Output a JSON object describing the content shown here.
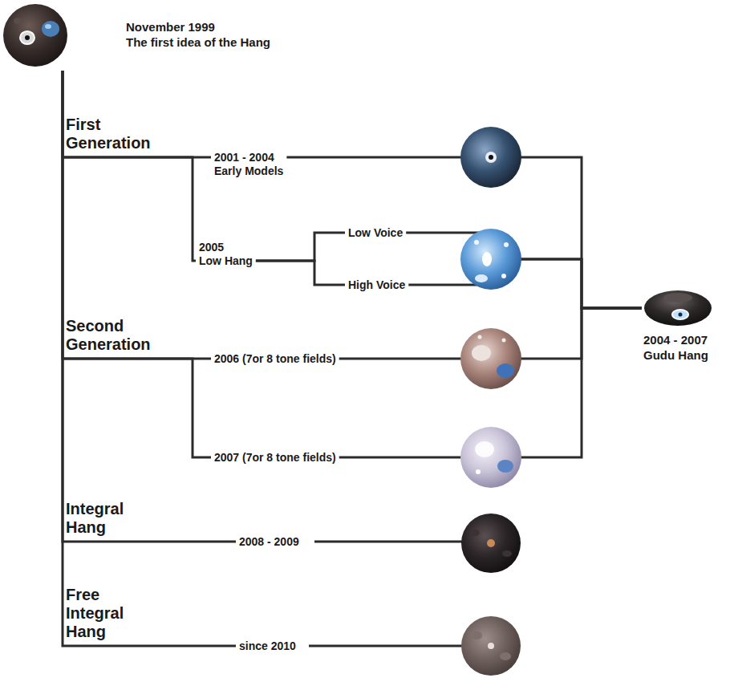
{
  "diagram": {
    "nodes": [
      {
        "text": [
          "November 1999",
          "The first idea of the Hang"
        ]
      },
      {
        "text": [
          "First Generation"
        ]
      },
      {
        "text": [
          "2001 - 2004",
          "Early Models"
        ]
      },
      {
        "text": [
          "2005",
          "Low Hang"
        ]
      },
      {
        "text": [
          "Low Voice"
        ]
      },
      {
        "text": [
          "High Voice"
        ]
      },
      {
        "text": [
          "Second Generation"
        ]
      },
      {
        "text": [
          "2006 (7or 8 tone fields)"
        ]
      },
      {
        "text": [
          "2007 (7or 8 tone fields)"
        ]
      },
      {
        "text": [
          "2004 - 2007",
          "Gudu Hang"
        ]
      },
      {
        "text": [
          "Integral Hang"
        ]
      },
      {
        "text": [
          "2008 - 2009"
        ]
      },
      {
        "text": [
          "Free Integral Hang"
        ]
      },
      {
        "text": [
          "since 2010"
        ]
      }
    ],
    "edges": [
      {
        "from": 0,
        "to": 1,
        "arrow": "none"
      },
      {
        "from": 1,
        "to": 2,
        "arrow": "none"
      },
      {
        "from": 1,
        "to": 3,
        "arrow": "none"
      },
      {
        "from": 3,
        "to": 4,
        "arrow": "none"
      },
      {
        "from": 3,
        "to": 5,
        "arrow": "none"
      },
      {
        "from": 2,
        "to": 9,
        "arrow": "none"
      },
      {
        "from": 4,
        "to": 9,
        "arrow": "none"
      },
      {
        "from": 5,
        "to": 9,
        "arrow": "none"
      },
      {
        "from": 0,
        "to": 6,
        "arrow": "none"
      },
      {
        "from": 6,
        "to": 7,
        "arrow": "none"
      },
      {
        "from": 6,
        "to": 8,
        "arrow": "none"
      },
      {
        "from": 7,
        "to": 9,
        "arrow": "none"
      },
      {
        "from": 8,
        "to": 9,
        "arrow": "none"
      },
      {
        "from": 0,
        "to": 10,
        "arrow": "none"
      },
      {
        "from": 10,
        "to": 11,
        "arrow": "none"
      },
      {
        "from": 0,
        "to": 12,
        "arrow": "none"
      },
      {
        "from": 12,
        "to": 13,
        "arrow": "none"
      }
    ]
  }
}
